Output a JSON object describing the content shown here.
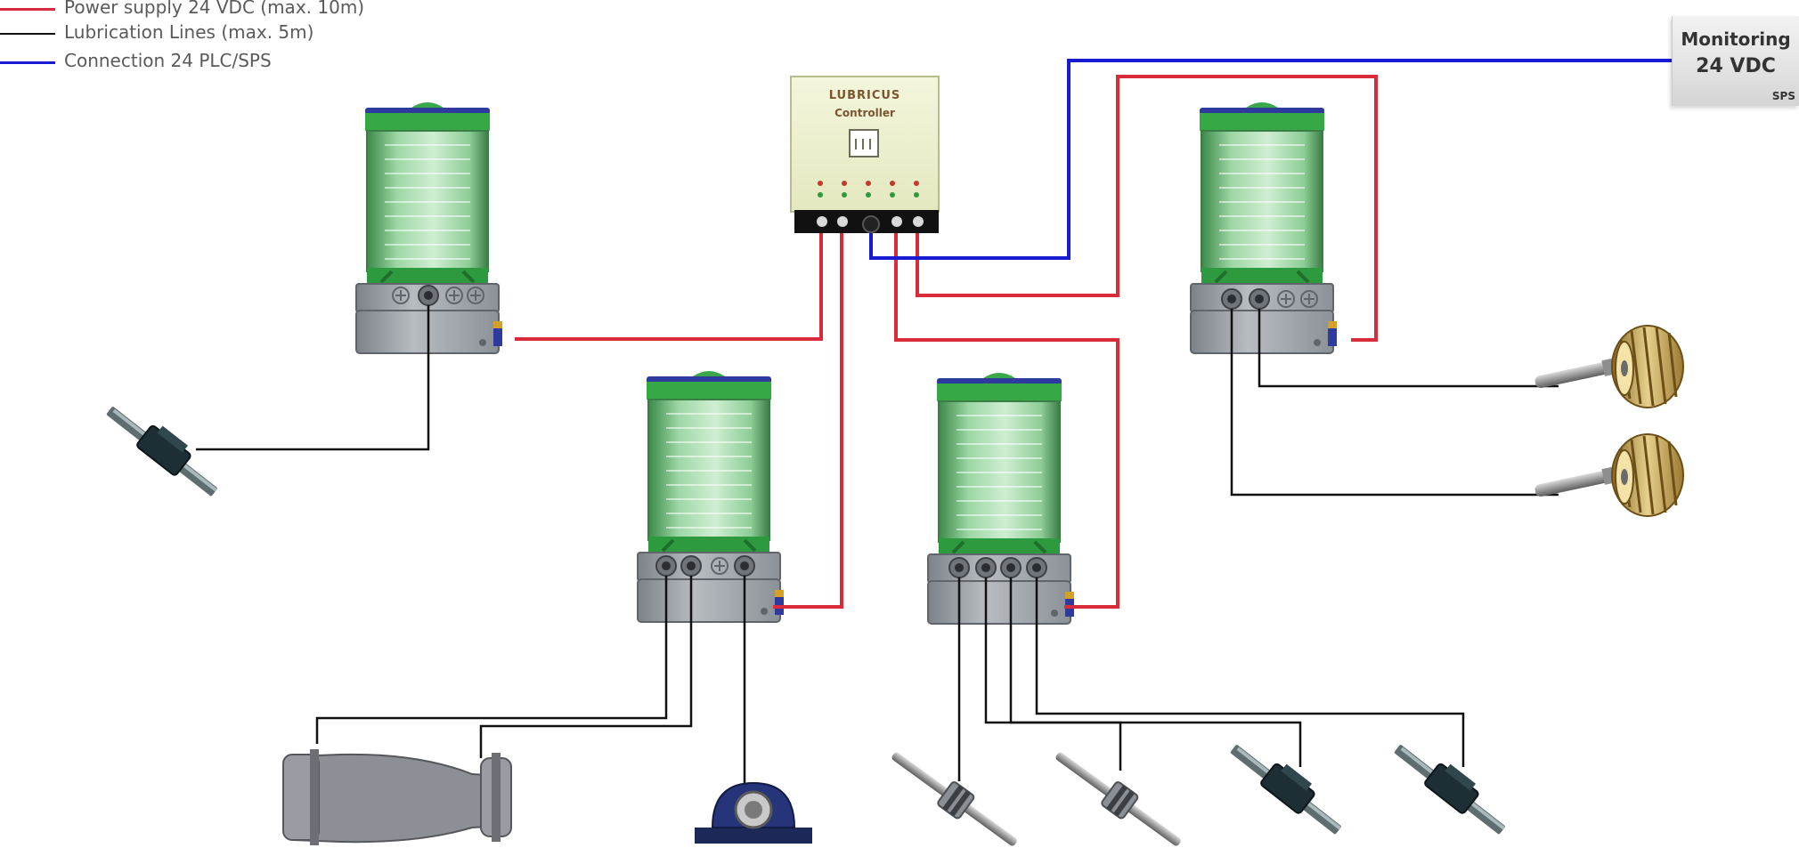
{
  "legend": [
    {
      "label": "Power supply 24 VDC (max. 10m)",
      "color": "#d92b3a"
    },
    {
      "label": "Lubrication Lines (max. 5m)",
      "color": "#111111"
    },
    {
      "label": "Connection 24 PLC/SPS",
      "color": "#1a1ad1"
    }
  ],
  "monitoring": {
    "title": "Monitoring",
    "voltage": "24 VDC",
    "sps": "SPS"
  },
  "controller": {
    "brand": "LUBRICUS",
    "subtitle": "Controller"
  },
  "colors": {
    "power": "#d92b3a",
    "lube": "#111111",
    "plc": "#1a1ad1",
    "reservoir_green": "#3fbf4f",
    "housing_grey": "#9aa0a6"
  }
}
